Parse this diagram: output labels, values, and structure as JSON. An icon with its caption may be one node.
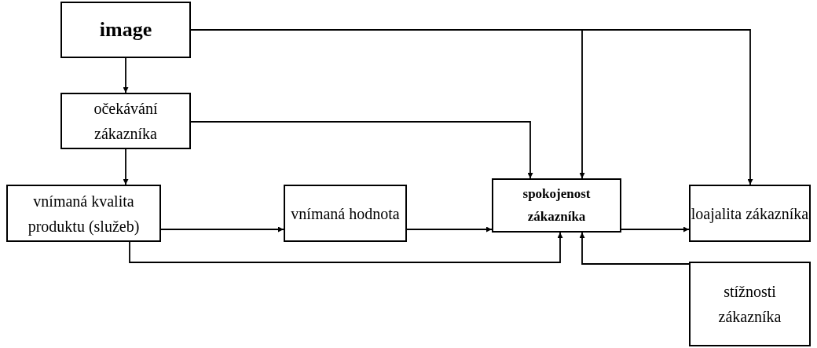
{
  "diagram": {
    "nodes": [
      {
        "text": [
          "image"
        ]
      },
      {
        "text": [
          "očekávání zákazníka"
        ]
      },
      {
        "text": [
          "vnímaná kvalita produktu (služeb)"
        ]
      },
      {
        "text": [
          "vnímaná hodnota"
        ]
      },
      {
        "text": [
          "spokojenost zákazníka"
        ]
      },
      {
        "text": [
          "loajalita zákazníka"
        ]
      },
      {
        "text": [
          "stížnosti zákazníka"
        ]
      }
    ],
    "edges": [
      {
        "from": 0,
        "to": 1,
        "arrow": "to"
      },
      {
        "from": 0,
        "to": 4,
        "arrow": "to"
      },
      {
        "from": 0,
        "to": 5,
        "arrow": "to"
      },
      {
        "from": 1,
        "to": 4,
        "arrow": "to"
      },
      {
        "from": 1,
        "to": 2,
        "arrow": "to"
      },
      {
        "from": 2,
        "to": 3,
        "arrow": "to"
      },
      {
        "from": 3,
        "to": 4,
        "arrow": "to"
      },
      {
        "from": 4,
        "to": 5,
        "arrow": "to"
      },
      {
        "from": 2,
        "to": 4,
        "arrow": "to"
      },
      {
        "from": 6,
        "to": 4,
        "arrow": "to"
      }
    ]
  }
}
